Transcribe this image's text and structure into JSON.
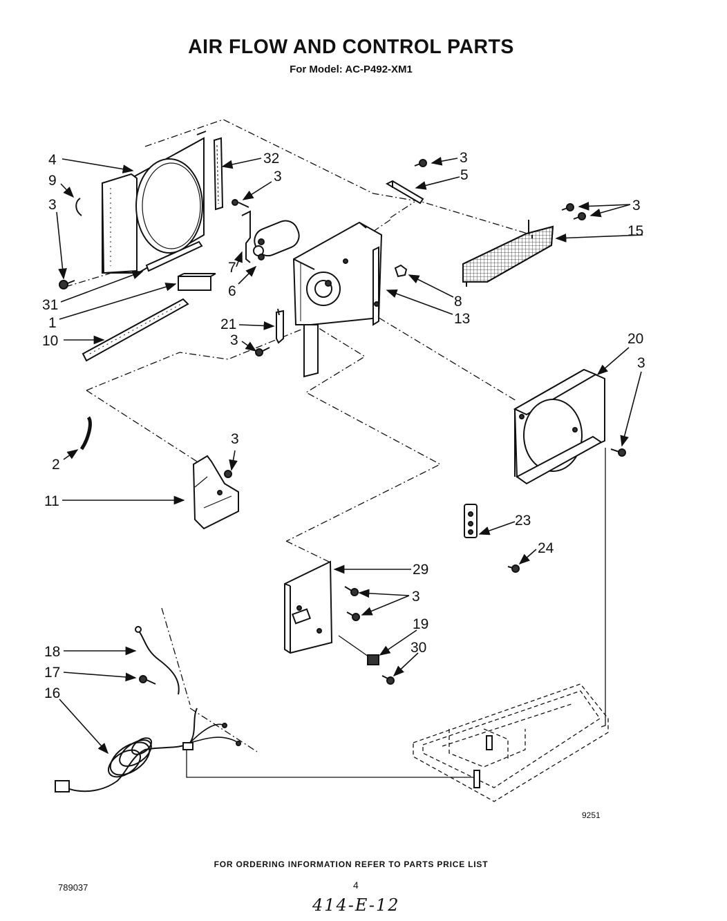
{
  "title": "AIR FLOW AND CONTROL PARTS",
  "subtitle": "For Model: AC-P492-XM1",
  "callouts": {
    "c4": "4",
    "c9": "9",
    "c3a": "3",
    "c32": "32",
    "c3b": "3",
    "c3c": "3",
    "c5": "5",
    "c3d": "3",
    "c15": "15",
    "c7": "7",
    "c6": "6",
    "c8": "8",
    "c13": "13",
    "c31": "31",
    "c1": "1",
    "c10": "10",
    "c21": "21",
    "c3e": "3",
    "c20": "20",
    "c3f": "3",
    "c2": "2",
    "c3g": "3",
    "c11": "11",
    "c23": "23",
    "c24": "24",
    "c29": "29",
    "c3h": "3",
    "c19": "19",
    "c30": "30",
    "c18": "18",
    "c17": "17",
    "c16": "16"
  },
  "figure_number": "9251",
  "footer": "FOR ORDERING INFORMATION REFER TO PARTS PRICE LIST",
  "document_number": "789037",
  "page_number": "4",
  "handwritten_note": "414-E-12"
}
